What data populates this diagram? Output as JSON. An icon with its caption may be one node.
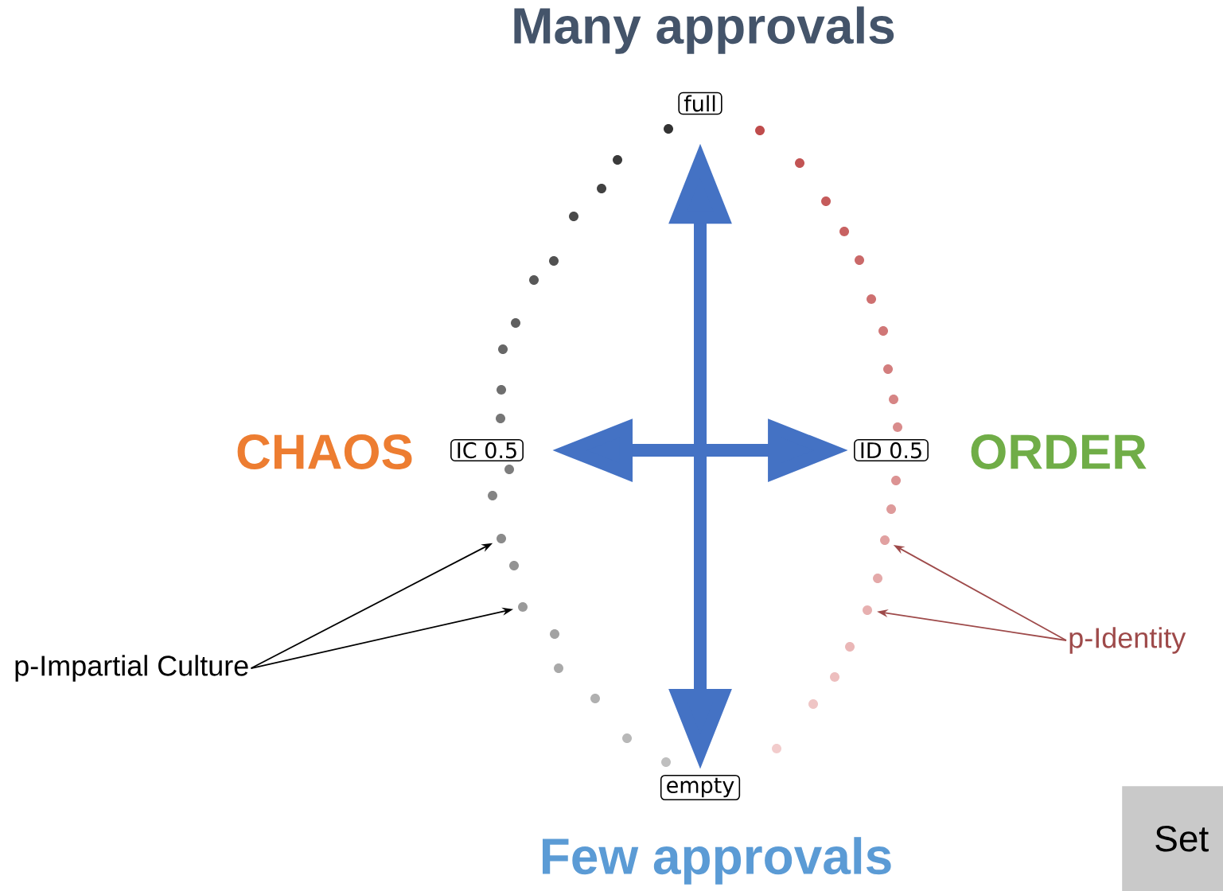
{
  "diagram": {
    "nodes": [
      {
        "text": [
          "full"
        ]
      },
      {
        "text": [
          "IC 0.5"
        ]
      },
      {
        "text": [
          "ID 0.5"
        ]
      },
      {
        "text": [
          "empty"
        ]
      },
      {
        "text": [
          "p-Impartial Culture"
        ]
      },
      {
        "text": [],
        "shape": "circle"
      },
      {
        "text": [],
        "shape": "circle"
      },
      {
        "text": [
          "p-Identity"
        ]
      },
      {
        "text": [],
        "shape": "circle"
      },
      {
        "text": [],
        "shape": "circle"
      },
      {
        "text": [
          "Set"
        ]
      }
    ],
    "edges": [
      {
        "from": 0,
        "to": 3,
        "arrow": "both",
        "style": "thick",
        "color": "#4472c4"
      },
      {
        "from": 1,
        "to": 2,
        "arrow": "both",
        "style": "thick",
        "color": "#4472c4"
      },
      {
        "from": 4,
        "to": 5,
        "arrow": "to",
        "color": "#000000"
      },
      {
        "from": 4,
        "to": 6,
        "arrow": "to",
        "color": "#000000"
      },
      {
        "from": 7,
        "to": 8,
        "arrow": "to",
        "color": "#9e4a4a"
      },
      {
        "from": 7,
        "to": 9,
        "arrow": "to",
        "color": "#9e4a4a"
      }
    ],
    "labels": [
      "Many approvals",
      "CHAOS",
      "ORDER",
      "Few approvals"
    ]
  }
}
